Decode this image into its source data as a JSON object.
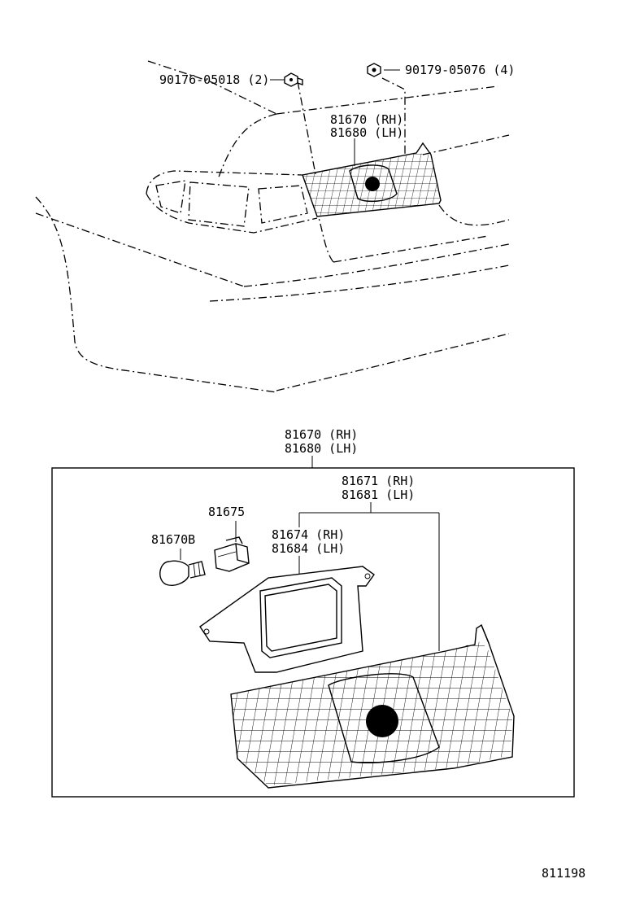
{
  "upper": {
    "bolt_left": "90176-05018 (2)",
    "bolt_right": "90179-05076 (4)",
    "lamp_rh": "81670 (RH)",
    "lamp_lh": "81680 (LH)"
  },
  "lower": {
    "assy_rh": "81670 (RH)",
    "assy_lh": "81680 (LH)",
    "lens_rh": "81671 (RH)",
    "lens_lh": "81681 (LH)",
    "gasket_rh": "81674 (RH)",
    "gasket_lh": "81684 (LH)",
    "socket": "81675",
    "bulb": "81670B"
  },
  "figure_number": "811198"
}
